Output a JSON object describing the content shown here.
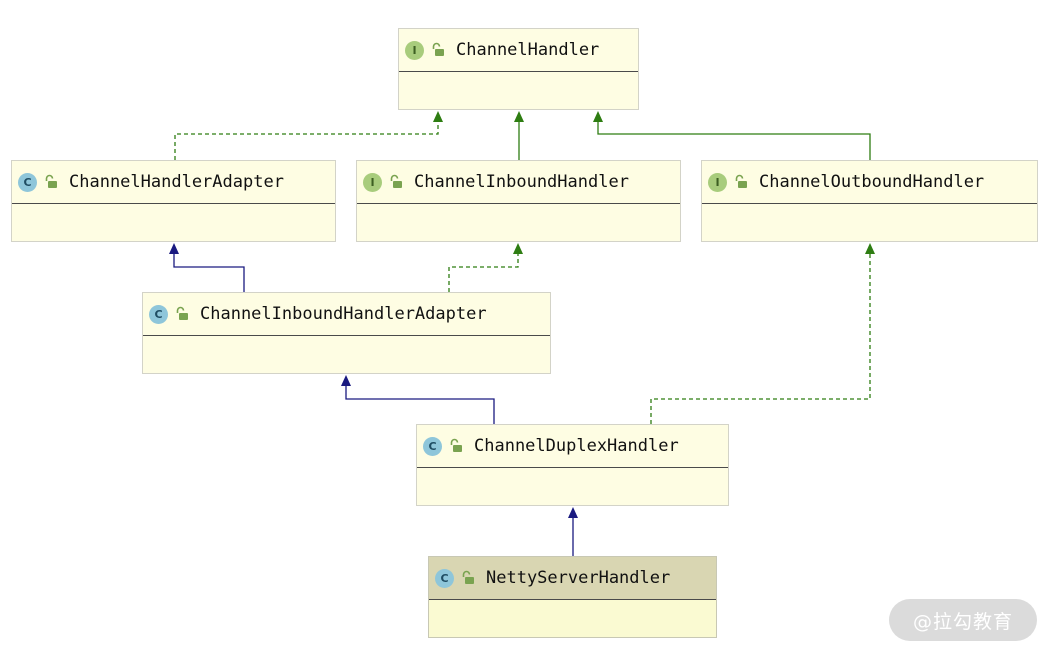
{
  "diagram": {
    "nodes": [
      {
        "id": "channel-handler",
        "name": "ChannelHandler",
        "kind": "interface",
        "badge": "I"
      },
      {
        "id": "channel-handler-adapter",
        "name": "ChannelHandlerAdapter",
        "kind": "class",
        "badge": "C"
      },
      {
        "id": "channel-inbound-handler",
        "name": "ChannelInboundHandler",
        "kind": "interface",
        "badge": "I"
      },
      {
        "id": "channel-outbound-handler",
        "name": "ChannelOutboundHandler",
        "kind": "interface",
        "badge": "I"
      },
      {
        "id": "channel-inbound-handler-adapter",
        "name": "ChannelInboundHandlerAdapter",
        "kind": "class",
        "badge": "C"
      },
      {
        "id": "channel-duplex-handler",
        "name": "ChannelDuplexHandler",
        "kind": "class",
        "badge": "C"
      },
      {
        "id": "netty-server-handler",
        "name": "NettyServerHandler",
        "kind": "class",
        "badge": "C",
        "selected": true
      }
    ],
    "edges": [
      {
        "from": "ChannelHandlerAdapter",
        "to": "ChannelHandler",
        "type": "implements"
      },
      {
        "from": "ChannelInboundHandler",
        "to": "ChannelHandler",
        "type": "extends"
      },
      {
        "from": "ChannelOutboundHandler",
        "to": "ChannelHandler",
        "type": "extends"
      },
      {
        "from": "ChannelInboundHandlerAdapter",
        "to": "ChannelHandlerAdapter",
        "type": "extends"
      },
      {
        "from": "ChannelInboundHandlerAdapter",
        "to": "ChannelInboundHandler",
        "type": "implements"
      },
      {
        "from": "ChannelDuplexHandler",
        "to": "ChannelInboundHandlerAdapter",
        "type": "extends"
      },
      {
        "from": "ChannelDuplexHandler",
        "to": "ChannelOutboundHandler",
        "type": "implements"
      },
      {
        "from": "NettyServerHandler",
        "to": "ChannelDuplexHandler",
        "type": "extends"
      }
    ],
    "colors": {
      "class_edge": "#1a1a80",
      "interface_edge": "#2e7d12",
      "node_fill": "#fefde3"
    }
  },
  "watermark": "@拉勾教育"
}
